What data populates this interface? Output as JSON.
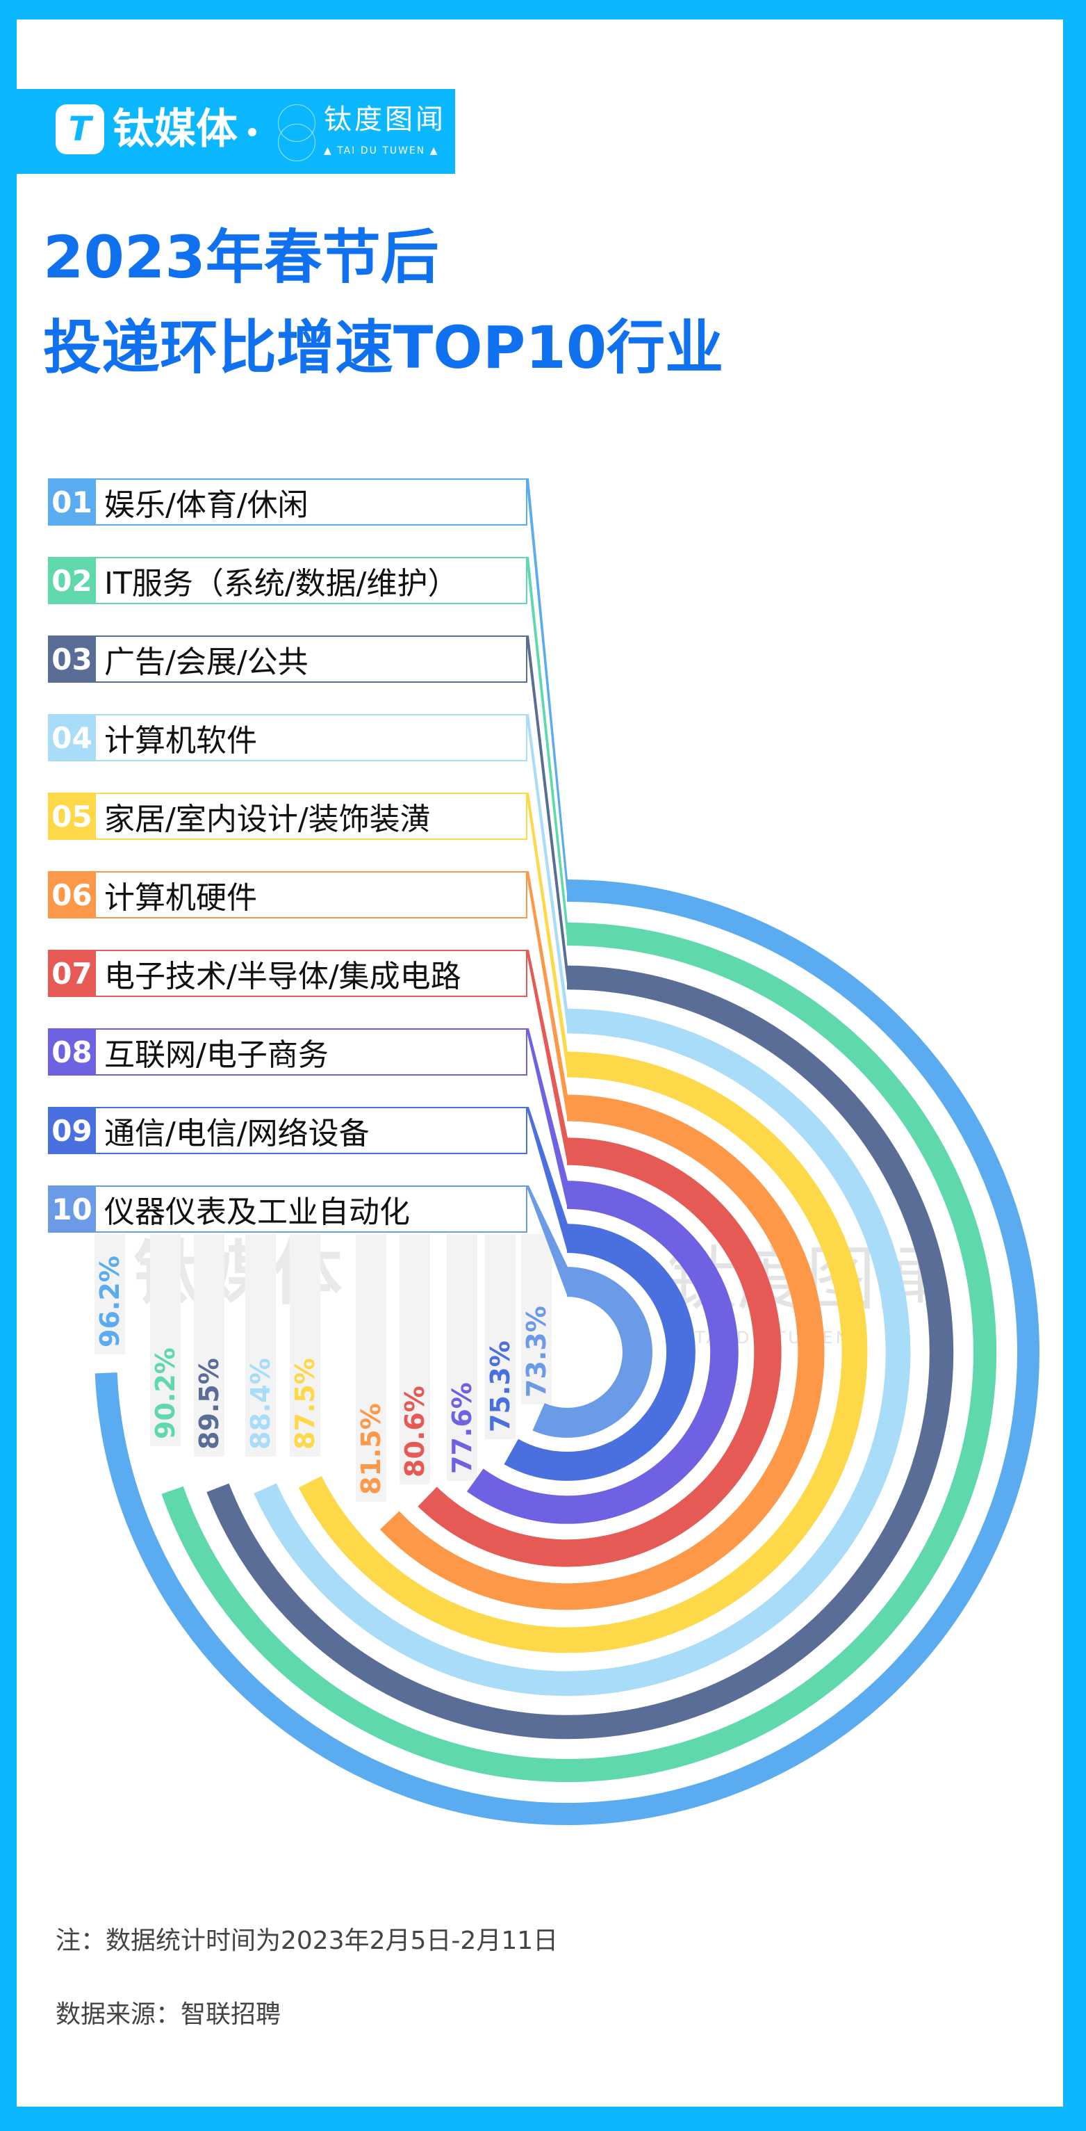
{
  "branding": {
    "logo_letter": "T",
    "brand_name": "钛媒体",
    "brand2_name": "钛度图闻",
    "brand2_subtitle": "▲ TAI DU TUWEN ▲"
  },
  "title": {
    "line1": "2023年春节后",
    "line2": "投递环比增速TOP10行业"
  },
  "watermark": {
    "text1": "钛媒体",
    "text2": "钛度图闻",
    "sub": "TAI DU TUWEN"
  },
  "chart_data": {
    "type": "radial-bar",
    "title": "2023年春节后投递环比增速TOP10行业",
    "unit": "%",
    "categories": [
      {
        "rank": "01",
        "label": "娱乐/体育/休闲",
        "value": 96.2,
        "value_label": "96.2%",
        "color": "#5aabf0"
      },
      {
        "rank": "02",
        "label": "IT服务（系统/数据/维护）",
        "value": 90.2,
        "value_label": "90.2%",
        "color": "#5fd8ac"
      },
      {
        "rank": "03",
        "label": "广告/会展/公共",
        "value": 89.5,
        "value_label": "89.5%",
        "color": "#5a6d96"
      },
      {
        "rank": "04",
        "label": "计算机软件",
        "value": 88.4,
        "value_label": "88.4%",
        "color": "#a8dcf8"
      },
      {
        "rank": "05",
        "label": "家居/室内设计/装饰装潢",
        "value": 87.5,
        "value_label": "87.5%",
        "color": "#fdd94a"
      },
      {
        "rank": "06",
        "label": "计算机硬件",
        "value": 81.5,
        "value_label": "81.5%",
        "color": "#fd9848"
      },
      {
        "rank": "07",
        "label": "电子技术/半导体/集成电路",
        "value": 80.6,
        "value_label": "80.6%",
        "color": "#e55a55"
      },
      {
        "rank": "08",
        "label": "互联网/电子商务",
        "value": 77.6,
        "value_label": "77.6%",
        "color": "#6e62e3"
      },
      {
        "rank": "09",
        "label": "通信/电信/网络设备",
        "value": 75.3,
        "value_label": "75.3%",
        "color": "#4a70e0"
      },
      {
        "rank": "10",
        "label": "仪器仪表及工业自动化",
        "value": 73.3,
        "value_label": "73.3%",
        "color": "#6b9be6"
      }
    ]
  },
  "footer": {
    "note": "注：数据统计时间为2023年2月5日-2月11日",
    "source": "数据来源：智联招聘"
  },
  "colors": {
    "frame": "#0bb8ff",
    "title": "#1071f0"
  }
}
